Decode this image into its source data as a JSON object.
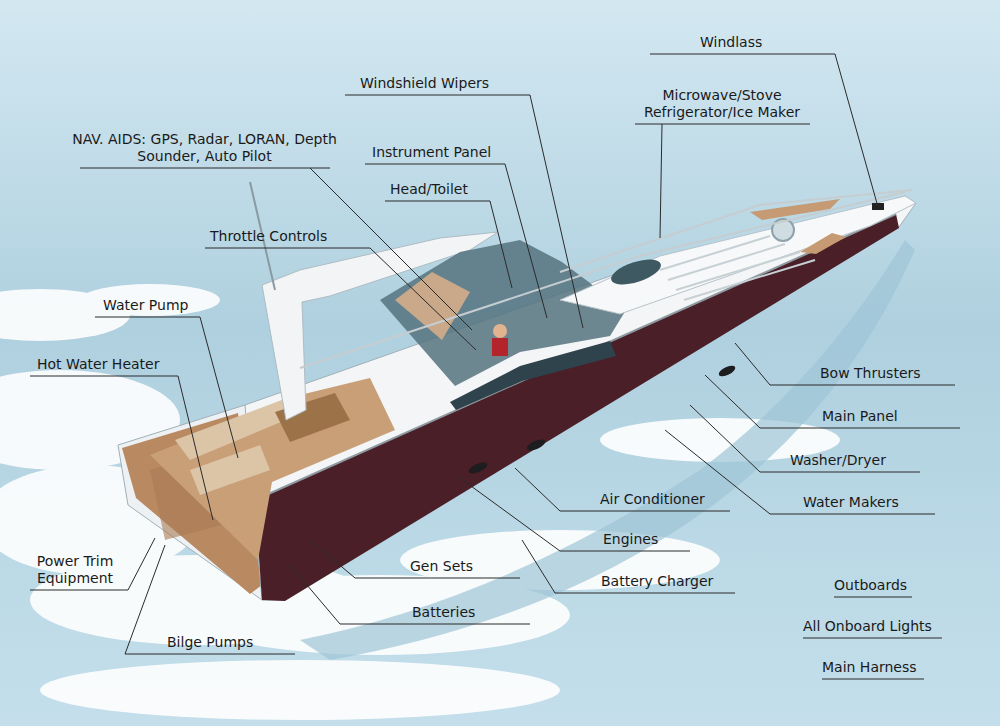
{
  "diagram": {
    "labels": [
      "Windlass",
      "Windshield Wipers",
      "Microwave/Stove Refrigerator/Ice Maker",
      "NAV. AIDS: GPS, Radar, LORAN, Depth Sounder, Auto Pilot",
      "Instrument Panel",
      "Head/Toilet",
      "Throttle Controls",
      "Water Pump",
      "Hot Water Heater",
      "Bow Thrusters",
      "Main Panel",
      "Washer/Dryer",
      "Air Conditioner",
      "Water Makers",
      "Engines",
      "Power Trim Equipment",
      "Gen Sets",
      "Battery Charger",
      "Outboards",
      "Batteries",
      "All Onboard Lights",
      "Bilge Pumps",
      "Main Harness"
    ]
  }
}
